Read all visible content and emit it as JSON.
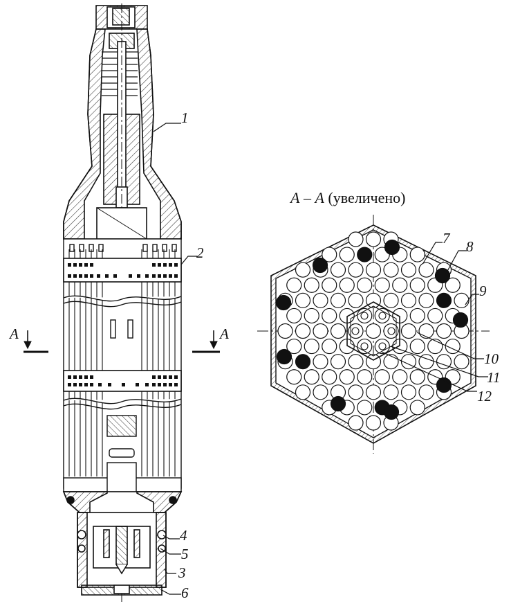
{
  "section": {
    "letter": "A",
    "dash": "–",
    "note": "(увеличено)"
  },
  "cut_marks": {
    "left": "A",
    "right": "A"
  },
  "callouts": [
    "1",
    "2",
    "3",
    "4",
    "5",
    "6",
    "7",
    "8",
    "9",
    "10",
    "11",
    "12"
  ],
  "colors": {
    "line": "#111111",
    "hatch": "#333333",
    "fill_dark": "#111111",
    "paper": "#ffffff"
  }
}
